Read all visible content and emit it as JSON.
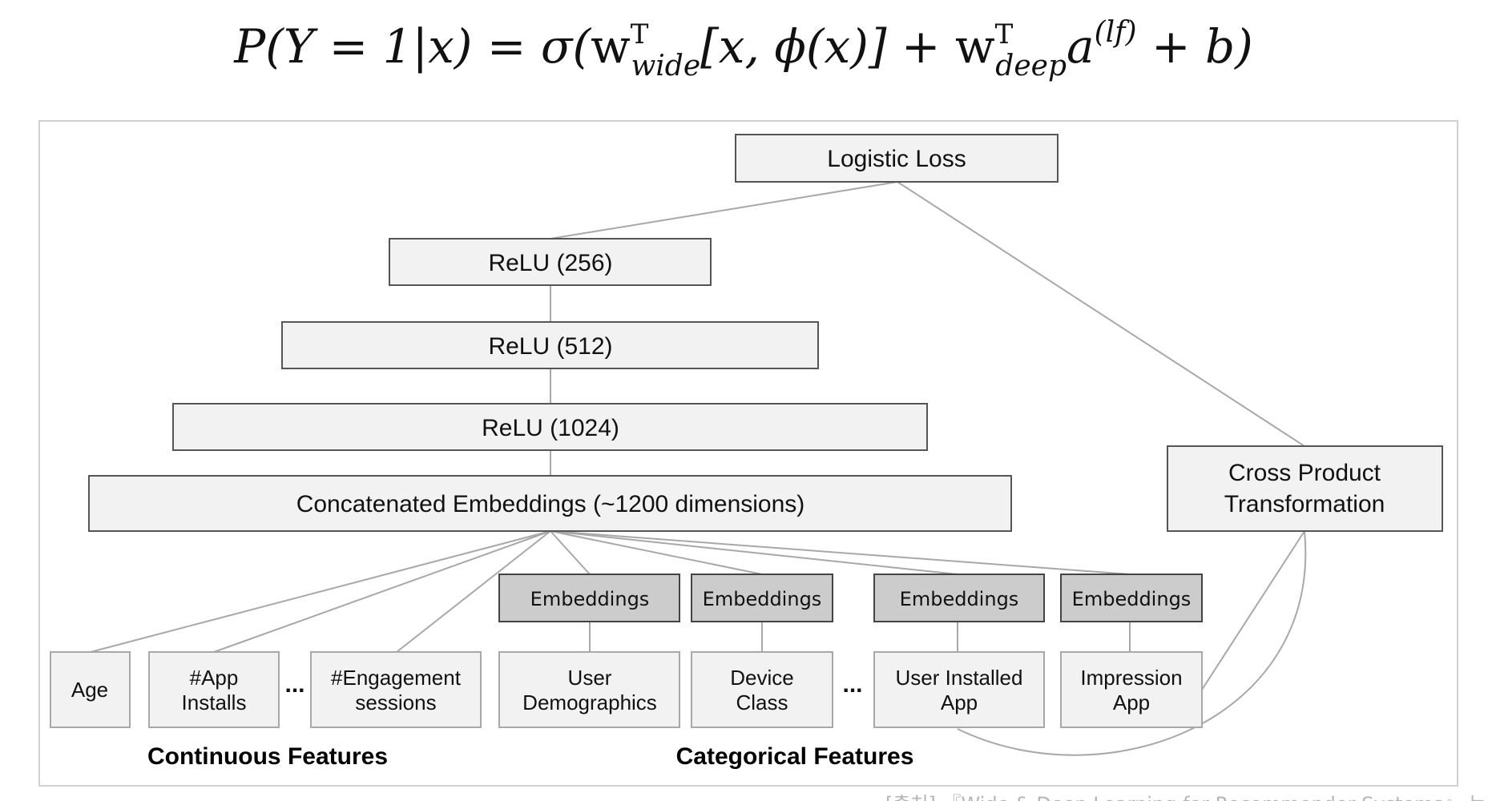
{
  "formula": {
    "lhs": "P(Y = 1|x) = σ(",
    "w1": "w",
    "w1_sup": "T",
    "w1_sub": "wide",
    "mid": "[x, ϕ(x)] + ",
    "w2": "w",
    "w2_sup": "T",
    "w2_sub": "deep",
    "a": "a",
    "a_sup": "(lf)",
    "rhs": " + b)"
  },
  "nodes": {
    "logistic_loss": "Logistic Loss",
    "relu_256": "ReLU (256)",
    "relu_512": "ReLU (512)",
    "relu_1024": "ReLU (1024)",
    "concat": "Concatenated Embeddings (~1200 dimensions)",
    "cross_product_line1": "Cross Product",
    "cross_product_line2": "Transformation"
  },
  "embeddings": [
    "Embeddings",
    "Embeddings",
    "Embeddings",
    "Embeddings"
  ],
  "continuous_features": {
    "label": "Continuous Features",
    "items": [
      {
        "line1": "Age",
        "line2": ""
      },
      {
        "line1": "#App",
        "line2": "Installs"
      },
      {
        "line1": "#Engagement",
        "line2": "sessions"
      }
    ]
  },
  "categorical_features": {
    "label": "Categorical Features",
    "items": [
      {
        "line1": "User",
        "line2": "Demographics"
      },
      {
        "line1": "Device",
        "line2": "Class"
      },
      {
        "line1": "User Installed",
        "line2": "App"
      },
      {
        "line1": "Impression",
        "line2": "App"
      }
    ]
  },
  "ellipsis": "...",
  "caption": "[출처] 『Wide & Deep Learning for Recommender Systems』 논문"
}
